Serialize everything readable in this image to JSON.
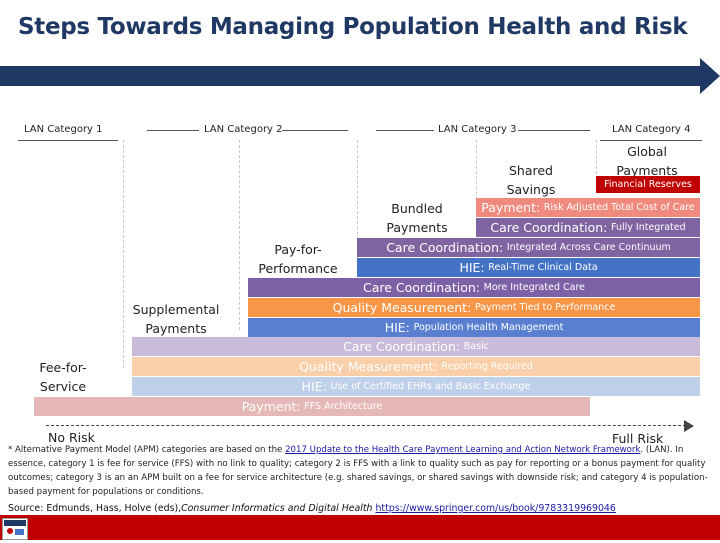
{
  "title": "Steps Towards Managing Population Health and Risk",
  "categories": [
    "LAN Category 1",
    "LAN Category 2",
    "LAN Category 3",
    "LAN Category 4"
  ],
  "stage_labels": {
    "fee_for_service": "Fee-for-Service",
    "supplemental": "Supplemental Payments",
    "pay_for_performance": "Pay-for-Performance",
    "bundled": "Bundled Payments",
    "shared_savings": "Shared Savings",
    "global_payments": "Global Payments"
  },
  "bars": {
    "financial_reserves": {
      "label": "Financial Reserves",
      "color": "#C00000",
      "text_color": "#ffffff"
    },
    "payment_risk": {
      "strong": "Payment:",
      "detail": "Risk Adjusted Total Cost of Care",
      "color": "#F08A7E",
      "text_color": "#ffffff"
    },
    "care_fully": {
      "strong": "Care Coordination:",
      "detail": "Fully Integrated",
      "color": "#8064A2",
      "text_color": "#ffffff"
    },
    "care_across": {
      "strong": "Care Coordination:",
      "detail": "Integrated Across Care Continuum",
      "color": "#8064A2",
      "text_color": "#ffffff"
    },
    "hie_realtime": {
      "strong": "HIE:",
      "detail": "Real-Time Clinical Data",
      "color": "#4472C4",
      "text_color": "#ffffff"
    },
    "care_more": {
      "strong": "Care Coordination:",
      "detail": "More Integrated Care",
      "color": "#7C61A6",
      "text_color": "#ffffff"
    },
    "quality_tied": {
      "strong": "Quality Measurement:",
      "detail": "Payment Tied to Performance",
      "color": "#F79646",
      "text_color": "#ffffff"
    },
    "hie_pop": {
      "strong": "HIE:",
      "detail": "Population Health Management",
      "color": "#5B7FD0",
      "text_color": "#ffffff"
    },
    "care_basic": {
      "strong": "Care Coordination:",
      "detail": "Basic",
      "color": "#C9BCDA",
      "text_color": "#ffffff"
    },
    "quality_reporting": {
      "strong": "Quality Measurement:",
      "detail": "Reporting Required",
      "color": "#F9CFA9",
      "text_color": "#ffffff"
    },
    "hie_certified": {
      "strong": "HIE:",
      "detail": "Use of Certified EHRs and Basic Exchange",
      "color": "#BFD0EA",
      "text_color": "#ffffff"
    },
    "payment_ffs": {
      "strong": "Payment:",
      "detail": "FFS Architecture",
      "color": "#E5B8B7",
      "text_color": "#ffffff"
    }
  },
  "risk": {
    "low": "No Risk",
    "high": "Full Risk"
  },
  "footnote": {
    "part1": "* Alternative Payment Model (APM) categories are based on the ",
    "link": "2017 Update to the Health Care Payment Learning and Action Network Framework",
    "part2": ". (LAN). In essence, category 1 is fee for service (FFS) with no link to quality; category 2 is FFS with a link to quality such as pay for reporting or a bonus payment for quality outcomes; category 3 is an an APM built on a fee for service architecture (e.g. shared savings, or shared savings with downside risk; and category 4 is population-based payment  for populations or conditions."
  },
  "source": {
    "prefix": "Source: Edmunds, Hass, Holve (eds),",
    "book": "Consumer Informatics and Digital Health",
    "url": "https://www.springer.com/us/book/9783319969046"
  },
  "colors": {
    "title": "#1F3864",
    "topbar": "#1F3864",
    "bottombar": "#C00000"
  }
}
